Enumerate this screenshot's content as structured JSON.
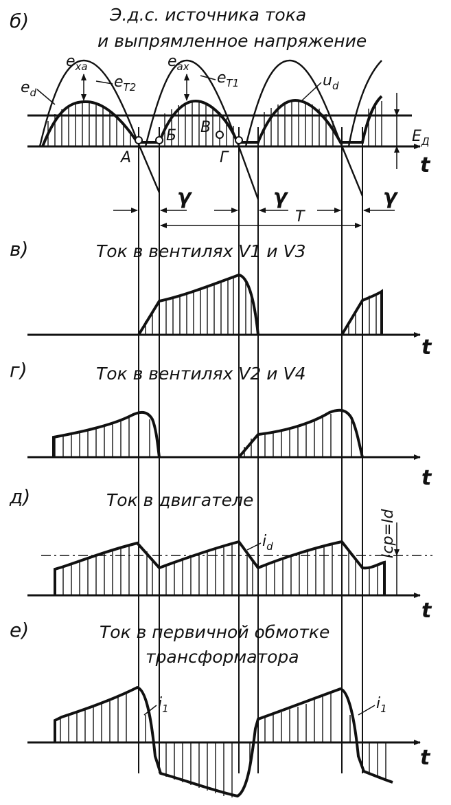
{
  "panels": {
    "b": {
      "label": "б)",
      "title_line1": "Э.д.с. источника тока",
      "title_line2": "и выпрямленное напряжение",
      "e_d": {
        "base": "e",
        "sub": "d"
      },
      "e_xa": {
        "base": "e",
        "sub": "xa"
      },
      "e_t2": {
        "base": "e",
        "sub": "T2"
      },
      "e_ax": {
        "base": "e",
        "sub": "ax"
      },
      "e_t1": {
        "base": "e",
        "sub": "T1"
      },
      "u_d": {
        "base": "u",
        "sub": "d"
      },
      "E_d": {
        "base": "E",
        "sub": "Д"
      },
      "point_a": "А",
      "point_b": "Б",
      "point_v": "В",
      "point_g": "Г",
      "gamma": "γ",
      "period": "T",
      "t_axis": "t"
    },
    "v": {
      "label": "в)",
      "title": "Ток в вентилях V1 и V3",
      "t_axis": "t"
    },
    "g": {
      "label": "г)",
      "title": "Ток в вентилях V2 и V4",
      "t_axis": "t"
    },
    "d": {
      "label": "д)",
      "title": "Ток в двигателе",
      "i_d": {
        "base": "i",
        "sub": "d"
      },
      "avg": "Iср=Id",
      "t_axis": "t"
    },
    "e": {
      "label": "е)",
      "title_line1": "Ток в первичной обмотке",
      "title_line2": "трансформатора",
      "i_1": {
        "base": "i",
        "sub": "1"
      },
      "t_axis": "t"
    }
  }
}
